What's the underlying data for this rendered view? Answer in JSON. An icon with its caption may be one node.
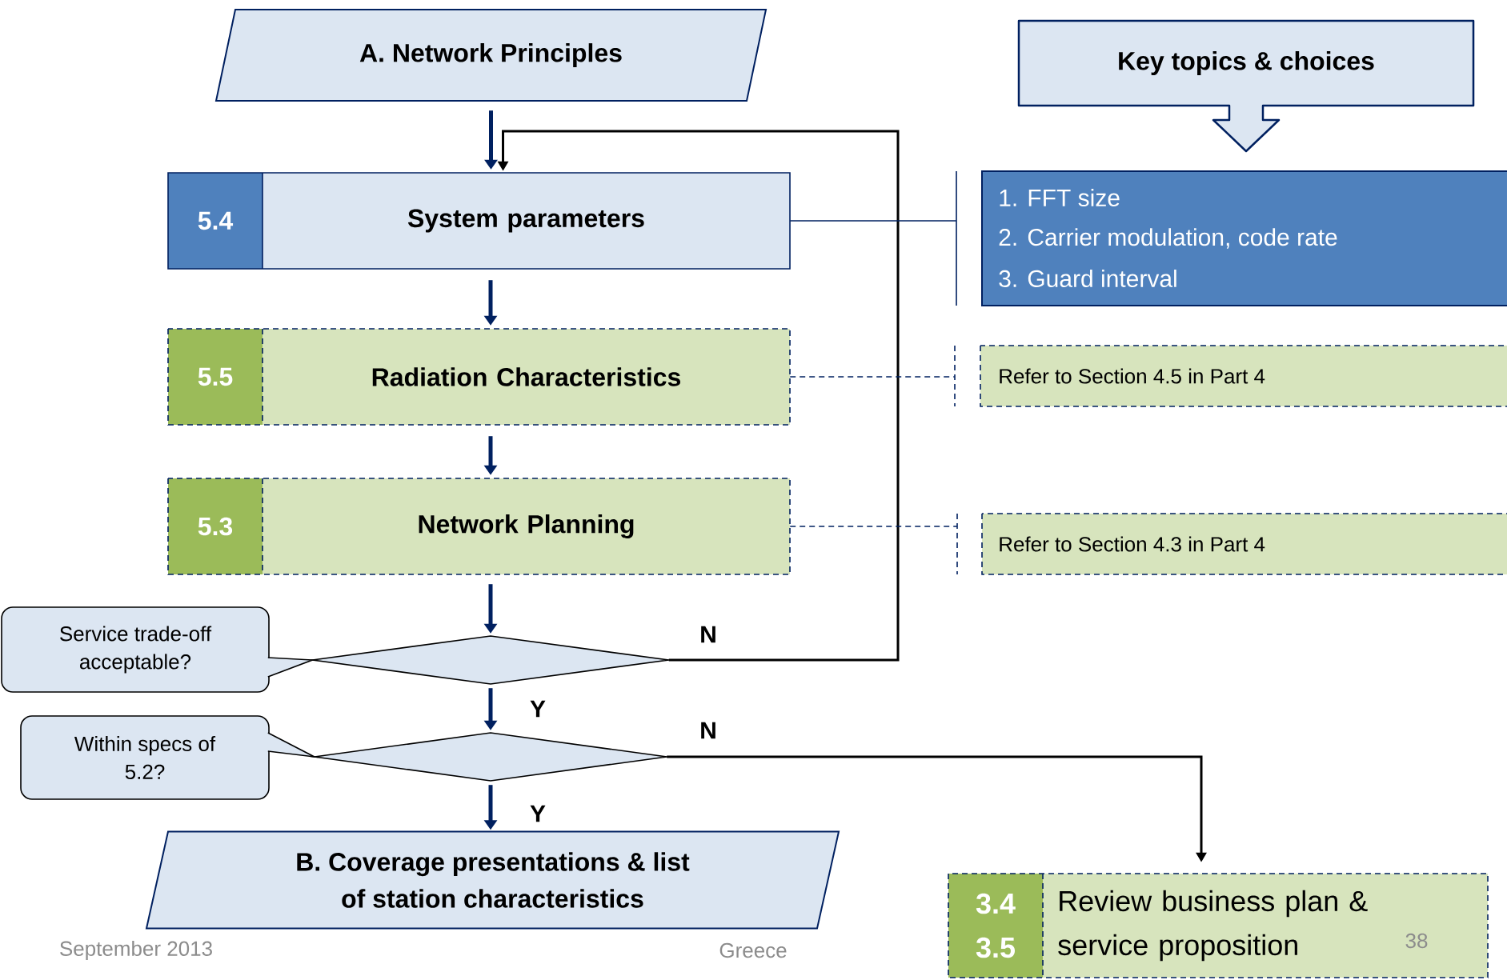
{
  "diagram": {
    "nodes": [
      {
        "text": [
          "A. Network Principles"
        ]
      },
      {
        "text": [
          "Key topics & choices"
        ]
      },
      {
        "text": [
          "5.4",
          "System parameters"
        ]
      },
      {
        "text": [
          "5.5",
          "Radiation Characteristics"
        ]
      },
      {
        "text": [
          "5.3",
          "Network Planning"
        ]
      },
      {
        "text": [],
        "shape": "diamond"
      },
      {
        "text": [],
        "shape": "diamond"
      },
      {
        "text": [
          "B. Coverage presentations & list of station characteristics"
        ]
      },
      {
        "text": [
          "Service trade-off acceptable?"
        ]
      },
      {
        "text": [
          "Within specs of 5.2?"
        ]
      },
      {
        "text": [
          "1. FFT size",
          "2. Carrier modulation, code rate",
          "3. Guard interval"
        ]
      },
      {
        "text": [
          "Refer to Section 4.5 in Part 4"
        ]
      },
      {
        "text": [
          "Refer to Section 4.3 in Part 4"
        ]
      },
      {
        "text": [
          "3.4 3.5",
          "Review business plan & service proposition"
        ]
      }
    ],
    "edges": [
      {
        "from": 0,
        "to": 2,
        "arrow": "to"
      },
      {
        "from": 5,
        "to": 2,
        "arrow": "to",
        "label": "N",
        "color": "#000000"
      },
      {
        "from": 2,
        "to": 3,
        "arrow": "to"
      },
      {
        "from": 3,
        "to": 4,
        "arrow": "to"
      },
      {
        "from": 4,
        "to": 5,
        "arrow": "to"
      },
      {
        "from": 5,
        "to": 6,
        "arrow": "to",
        "label": "Y"
      },
      {
        "from": 6,
        "to": 7,
        "arrow": "to",
        "label": "Y"
      },
      {
        "from": 6,
        "to": 13,
        "arrow": "to",
        "label": "N",
        "color": "#000000"
      },
      {
        "from": 2,
        "to": 10,
        "arrow": "none"
      },
      {
        "from": 3,
        "to": 11,
        "arrow": "none",
        "style": "dashed"
      },
      {
        "from": 4,
        "to": 12,
        "arrow": "none",
        "style": "dashed"
      },
      {
        "from": 8,
        "to": 5,
        "arrow": "none",
        "color": "#000000"
      },
      {
        "from": 9,
        "to": 6,
        "arrow": "none",
        "color": "#000000"
      }
    ],
    "labels": [
      "September 2013",
      "Greece",
      "38"
    ]
  }
}
